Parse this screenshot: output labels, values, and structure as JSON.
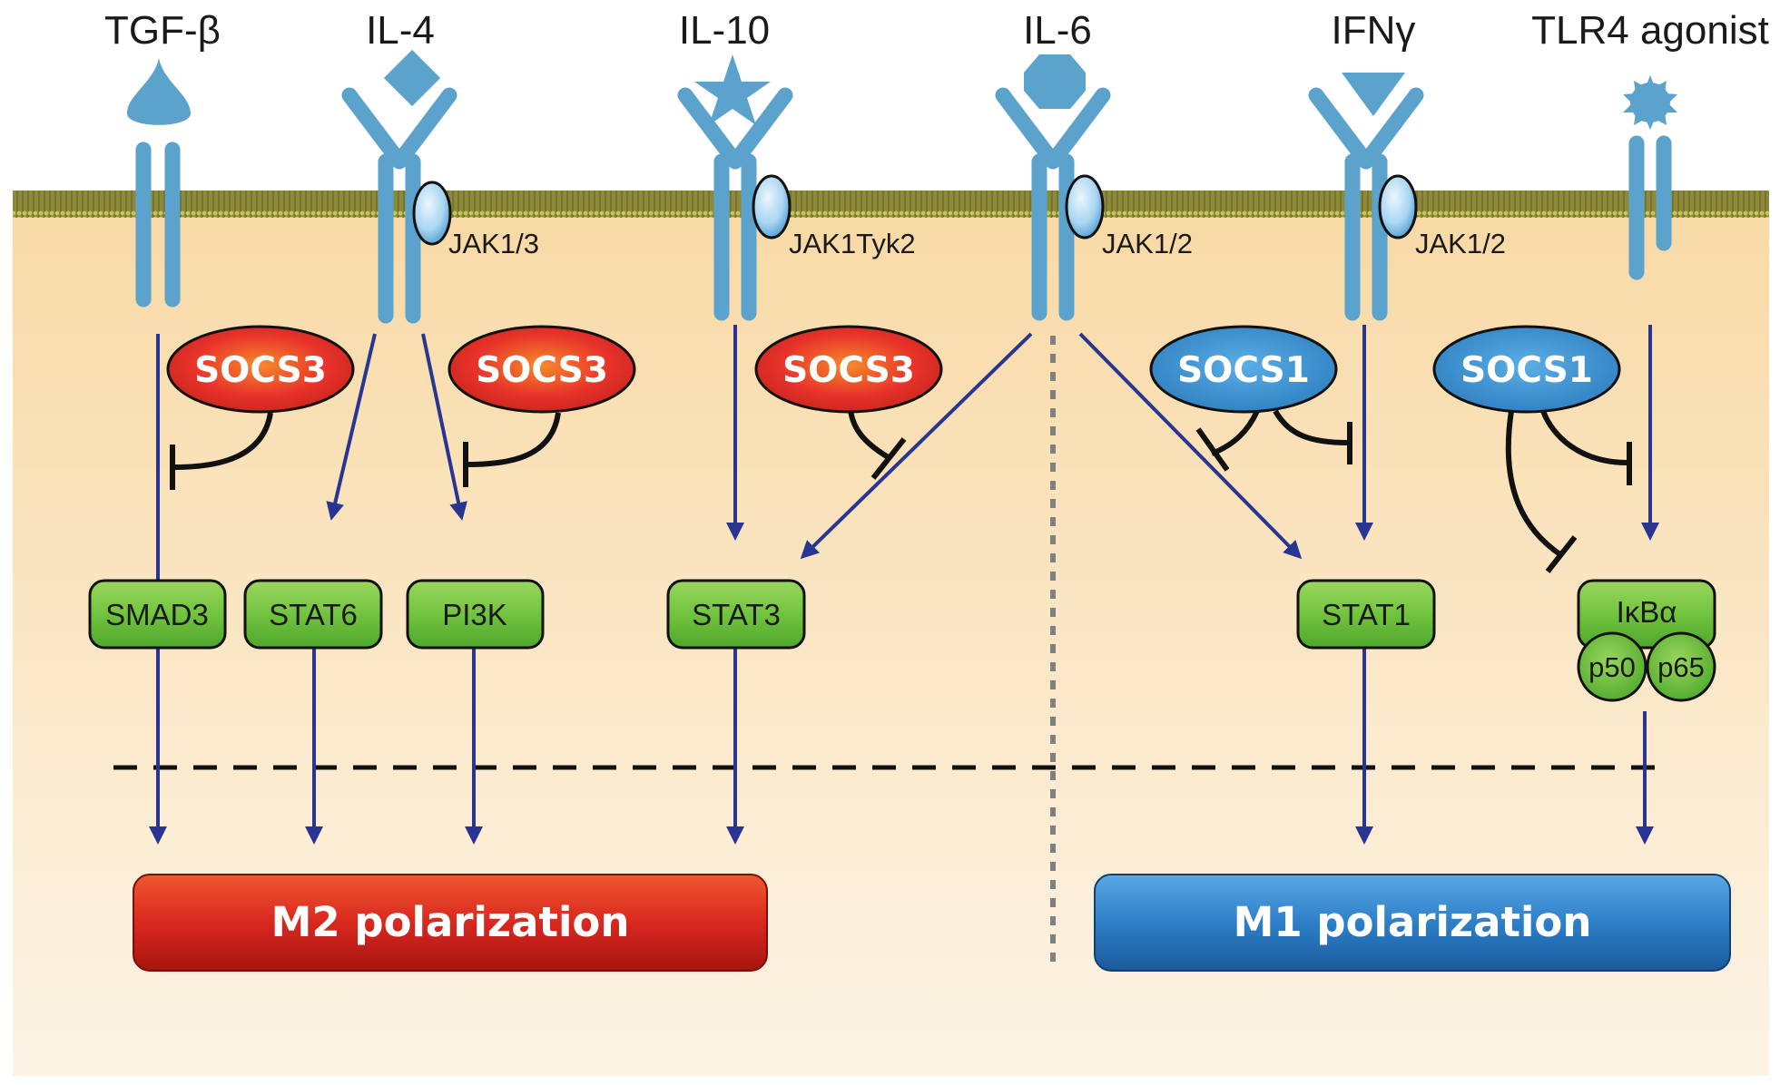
{
  "ligands": [
    "TGF-β",
    "IL-4",
    "IL-10",
    "IL-6",
    "IFNγ",
    "TLR4 agonist"
  ],
  "jak_labels": [
    "JAK1/3",
    "JAK1Tyk2",
    "JAK1/2",
    "JAK1/2"
  ],
  "socs": [
    {
      "label": "SOCS3",
      "family": "SOCS3"
    },
    {
      "label": "SOCS3",
      "family": "SOCS3"
    },
    {
      "label": "SOCS3",
      "family": "SOCS3"
    },
    {
      "label": "SOCS1",
      "family": "SOCS1"
    },
    {
      "label": "SOCS1",
      "family": "SOCS1"
    }
  ],
  "mediators": [
    "SMAD3",
    "STAT6",
    "PI3K",
    "STAT3",
    "STAT1",
    "IκBα"
  ],
  "nfkb_subunits": [
    "p50",
    "p65"
  ],
  "outcomes": {
    "m2": "M2 polarization",
    "m1": "M1 polarization"
  },
  "colors": {
    "cytoplasm_top": "#f8d9a4",
    "cytoplasm_bottom": "#fdf3e3",
    "receptor": "#5ba2cc",
    "jak": "#b9def5",
    "socs3": "#e8332a",
    "socs1": "#3b8fd0",
    "mediator": "#6cc24a",
    "m2": "#d8281f",
    "m1": "#2d7fc8",
    "arrow": "#283593"
  },
  "icons": [
    "membrane-bilayer",
    "receptor-icon",
    "jak-kinase-icon",
    "inhibition-bar-icon",
    "activation-arrow-icon"
  ]
}
